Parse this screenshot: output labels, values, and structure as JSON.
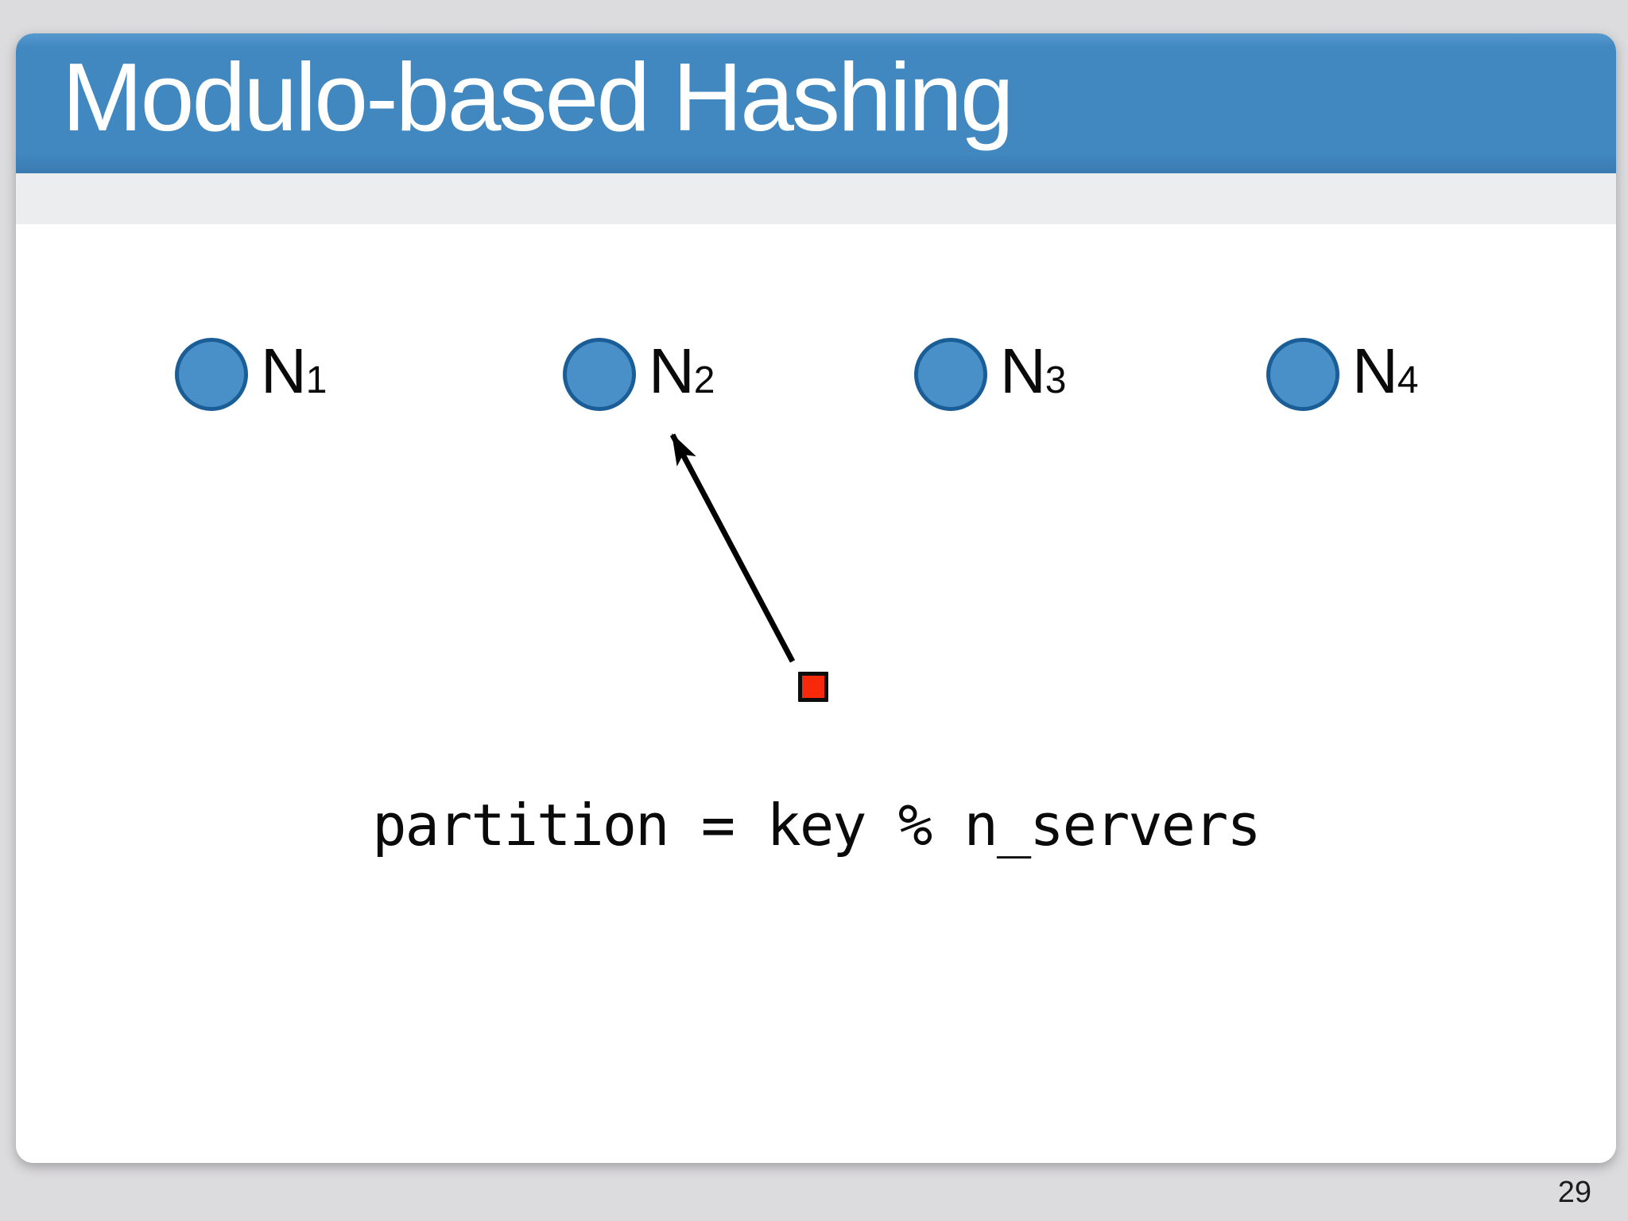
{
  "slide": {
    "title": "Modulo-based Hashing",
    "page_number": "29"
  },
  "diagram": {
    "nodes": [
      {
        "label": "N",
        "subscript": "1"
      },
      {
        "label": "N",
        "subscript": "2"
      },
      {
        "label": "N",
        "subscript": "3"
      },
      {
        "label": "N",
        "subscript": "4"
      }
    ],
    "formula": "partition = key % n_servers",
    "key_shape": "red-square",
    "arrow": {
      "from": "key-square",
      "to": "node-n2"
    }
  },
  "colors": {
    "page_background": "#dcdbdd",
    "slide_background": "#ffffff",
    "title_bar": "#4187c0",
    "title_text": "#ffffff",
    "subtitle_band": "#ebedef",
    "node_fill": "#4a90c8",
    "node_stroke": "#1b5e97",
    "key_fill": "#f7290b",
    "key_stroke": "#0d0d0d",
    "arrow_color": "#000000",
    "formula_text": "#0a0a0a",
    "page_number_text": "#1c1c1c"
  }
}
